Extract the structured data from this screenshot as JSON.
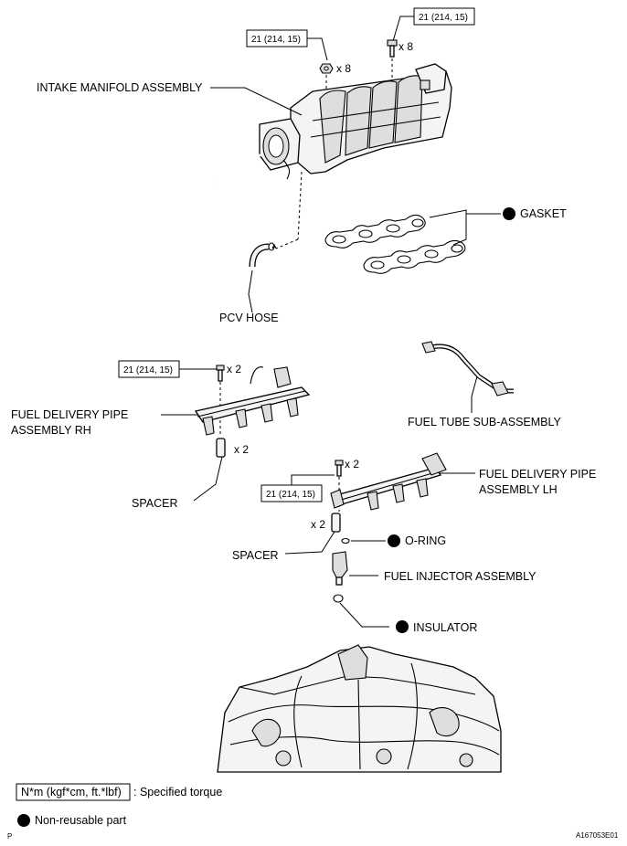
{
  "labels": {
    "intake_manifold": "INTAKE MANIFOLD ASSEMBLY",
    "gasket": "GASKET",
    "pcv_hose": "PCV HOSE",
    "fuel_pipe_rh_line1": "FUEL DELIVERY PIPE",
    "fuel_pipe_rh_line2": "ASSEMBLY RH",
    "fuel_tube": "FUEL TUBE SUB-ASSEMBLY",
    "spacer_rh": "SPACER",
    "fuel_pipe_lh_line1": "FUEL DELIVERY PIPE",
    "fuel_pipe_lh_line2": "ASSEMBLY LH",
    "spacer_lh": "SPACER",
    "o_ring": "O-RING",
    "fuel_injector": "FUEL INJECTOR ASSEMBLY",
    "insulator": "INSULATOR"
  },
  "torque": {
    "manifold_nut": "21 (214, 15)",
    "manifold_bolt": "21 (214, 15)",
    "rh_pipe_bolt": "21 (214, 15)",
    "lh_pipe_bolt": "21 (214, 15)"
  },
  "quantities": {
    "manifold_nut": "x 8",
    "manifold_bolt": "x 8",
    "rh_bolt": "x 2",
    "rh_spacer": "x 2",
    "lh_bolt": "x 2",
    "lh_spacer": "x 2"
  },
  "legend": {
    "torque_box": "N*m (kgf*cm, ft.*lbf)",
    "torque_desc": ": Specified torque",
    "nonreusable_desc": "Non-reusable part"
  },
  "footer": {
    "left_code": "P",
    "figure_id": "A167053E01"
  }
}
